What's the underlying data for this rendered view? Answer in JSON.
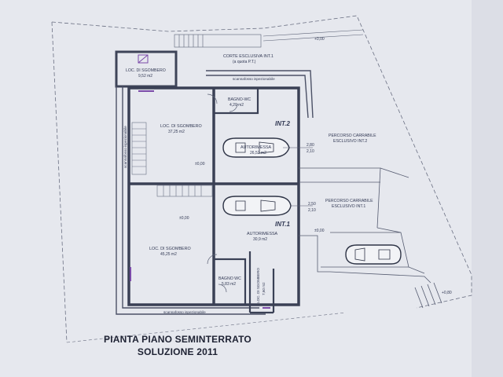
{
  "drawing": {
    "title_line1": "PIANTA PIANO SEMINTERRATO",
    "title_line2": "SOLUZIONE 2011"
  },
  "labels": {
    "corte_level": "+0,00",
    "corte_esclusiva": "CORTE ESCLUSIVA INT.1",
    "corte_sub": "(a quota P.T.)",
    "scannafosso_top": "scannafosso ispezionabile",
    "scannafosso_left": "scannafosso ispezionabile",
    "scannafosso_bottom": "scannafosso ispezionabile",
    "loc_small_name": "LOC. DI SGOMBERO",
    "loc_small_area": "9,52 m2",
    "bagno_top_name": "BAGNO-WC",
    "bagno_top_area": "4,20 m2",
    "int2": "INT.2",
    "loc_upper_name": "LOC. DI SGOMBERO",
    "loc_upper_area": "37,25 m2",
    "level_upper": "±0,00",
    "autorimessa_upper_name": "AUTORIMESSA",
    "autorimessa_upper_area": "26,52 m2",
    "dim_upper_1": "2,80",
    "dim_upper_2": "2,10",
    "percorso_upper_1": "PERCORSO CARRABILE",
    "percorso_upper_2": "ESCLUSIVO INT.2",
    "percorso_lower_1": "PERCORSO CARRABILE",
    "percorso_lower_2": "ESCLUSIVO INT.1",
    "dim_lower_1": "2,50",
    "dim_lower_2": "2,10",
    "level_mid": "±0,00",
    "int1": "INT.1",
    "level_right": "±0,00",
    "autorimessa_lower_name": "AUTORIMESSA",
    "autorimessa_lower_area": "30,9 m2",
    "loc_lower_name": "LOC. DI SGOMBERO",
    "loc_lower_area": "45,25 m2",
    "bagno_bottom_name": "BAGNO WC",
    "bagno_bottom_area": "5,83 m2",
    "loc_vertical_name": "LOC. DI SGOMBERO",
    "loc_vertical_area": "7,60 m2",
    "level_bottom_right": "+0,80"
  }
}
